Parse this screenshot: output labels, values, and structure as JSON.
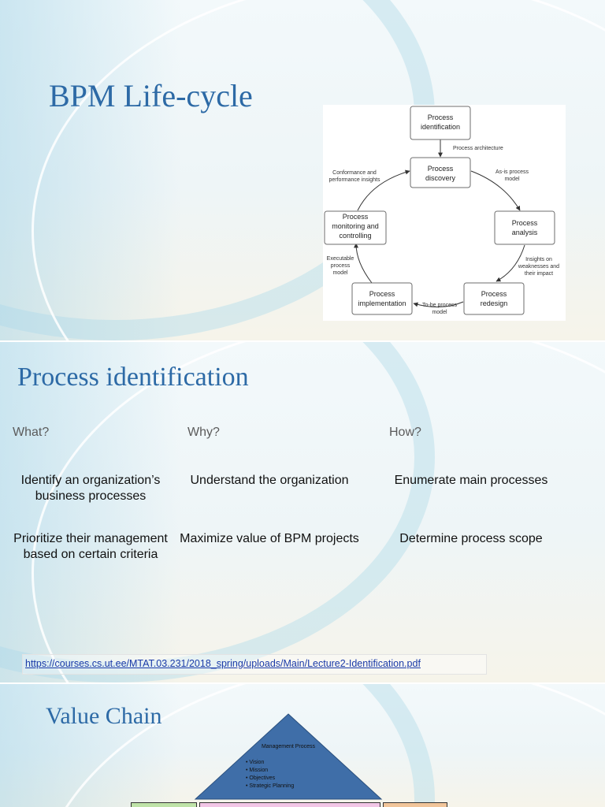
{
  "slide1": {
    "title": "BPM Life-cycle",
    "diagram": {
      "nodes": {
        "identification": [
          "Process",
          "identification"
        ],
        "discovery": [
          "Process",
          "discovery"
        ],
        "analysis": [
          "Process",
          "analysis"
        ],
        "redesign": [
          "Process",
          "redesign"
        ],
        "implementation": [
          "Process",
          "implementation"
        ],
        "monitoring": [
          "Process",
          "monitoring and",
          "controlling"
        ]
      },
      "edge_labels": {
        "architecture": [
          "Process architecture"
        ],
        "asis": [
          "As-is process",
          "model"
        ],
        "insights": [
          "Insights on",
          "weaknesses and",
          "their impact"
        ],
        "tobe": [
          "To-be process",
          "model"
        ],
        "executable": [
          "Executable",
          "process",
          "model"
        ],
        "conformance": [
          "Conformance and",
          "performance insights"
        ]
      }
    }
  },
  "slide2": {
    "title": "Process identification",
    "headers": {
      "what": "What?",
      "why": "Why?",
      "how": "How?"
    },
    "rows": [
      {
        "what": "Identify an organization’s business processes",
        "why": "Understand the organization",
        "how": "Enumerate main processes"
      },
      {
        "what": "Prioritize their management based on certain criteria",
        "why": "Maximize value of BPM projects",
        "how": "Determine process scope"
      }
    ],
    "link": "https://courses.cs.ut.ee/MTAT.03.231/2018_spring/uploads/Main/Lecture2-Identification.pdf"
  },
  "slide3": {
    "title": "Value Chain",
    "roof_title": "Management Process",
    "roof_items": [
      "Vision",
      "Mission",
      "Objectives",
      "Strategic Planning"
    ],
    "colors": {
      "roof": "#3f6ea8",
      "green_block": "#bfe3a8",
      "pink_block": "#f2c6e6",
      "orange_block": "#f1c59a"
    }
  }
}
